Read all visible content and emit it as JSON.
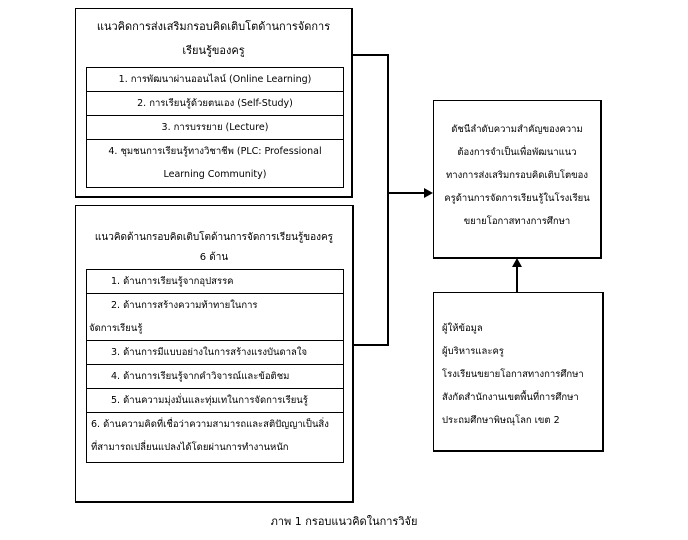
{
  "box_top_left": {
    "title_line1": "แนวคิดการส่งเสริมกรอบคิดเติบโตด้านการจัดการ",
    "title_line2": "เรียนรู้ของครู",
    "items": [
      {
        "text": "1. การพัฒนาผ่านออนไลน์ (Online Learning)"
      },
      {
        "text": "2. การเรียนรู้ด้วยตนเอง (Self-Study)"
      },
      {
        "text": "3. การบรรยาย (Lecture)"
      },
      {
        "line1": "4. ชุมชนการเรียนรู้ทางวิชาชีพ (PLC: Professional",
        "line2": "Learning Community)"
      }
    ]
  },
  "box_bottom_left": {
    "title_line1": "แนวคิดด้านกรอบคิดเติบโตด้านการจัดการเรียนรู้ของครู",
    "title_line2": "6 ด้าน",
    "items": [
      {
        "text": "1. ด้านการเรียนรู้จากอุปสรรค"
      },
      {
        "line1": "2. ด้านการสร้างความท้าทายในการ",
        "line2": "จัดการเรียนรู้"
      },
      {
        "text": "3. ด้านการมีแบบอย่างในการสร้างแรงบันดาลใจ"
      },
      {
        "text": "4. ด้านการเรียนรู้จากคำวิจารณ์และข้อติชม"
      },
      {
        "text": "5. ด้านความมุ่งมั่นและทุ่มเทในการจัดการเรียนรู้"
      },
      {
        "line1": "6. ด้านความคิดที่เชื่อว่าความสามารถและสติปัญญาเป็นสิ่ง",
        "line2": "ที่สามารถเปลี่ยนแปลงได้โดยผ่านการทำงานหนัก"
      }
    ]
  },
  "box_right_top": {
    "lines": [
      "ดัชนีลำดับความสำคัญของความ",
      "ต้องการจำเป็นเพื่อพัฒนาแนว",
      "ทางการส่งเสริมกรอบคิดเติบโตของ",
      "ครูด้านการจัดการเรียนรู้ในโรงเรียน",
      "ขยายโอกาสทางการศึกษา"
    ]
  },
  "box_right_bottom": {
    "lines": [
      "ผู้ให้ข้อมูล",
      "ผู้บริหารและครู",
      "โรงเรียนขยายโอกาสทางการศึกษา",
      "สังกัดสำนักงานเขตพื้นที่การศึกษา",
      "ประถมศึกษาพิษณุโลก เขต 2"
    ]
  },
  "caption": "ภาพ 1 กรอบแนวคิดในการวิจัย"
}
